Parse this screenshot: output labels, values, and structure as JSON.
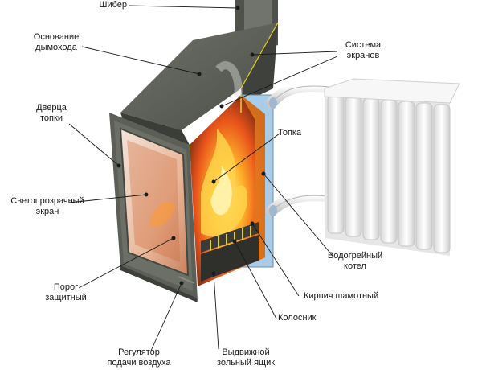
{
  "diagram": {
    "labels": {
      "shiber": "Шибер",
      "osnovanie": "Основание\nдымохода",
      "sistema": "Система\nэкранов",
      "dverca": "Дверца\nтопки",
      "topka": "Топка",
      "ekran": "Светопрозрачный\nэкран",
      "kotel": "Водогрейный\nкотел",
      "porog": "Порог\nзащитный",
      "kirpich": "Кирпич шамотный",
      "kolosnik": "Колосник",
      "regulyator": "Регулятор\nподачи воздуха",
      "yashchik": "Выдвижной\nзольный ящик"
    },
    "colors": {
      "metal": "#5b5f57",
      "metal_light": "#7a7e74",
      "glass": "#e8d2c4",
      "fire": "#f28a1a",
      "firebrick": "#e07a1d",
      "water_jacket": "#a9cde8",
      "radiator": "#f1f1f1",
      "leader": "#1a1a1a",
      "screen_edge": "#e7d21e"
    }
  }
}
